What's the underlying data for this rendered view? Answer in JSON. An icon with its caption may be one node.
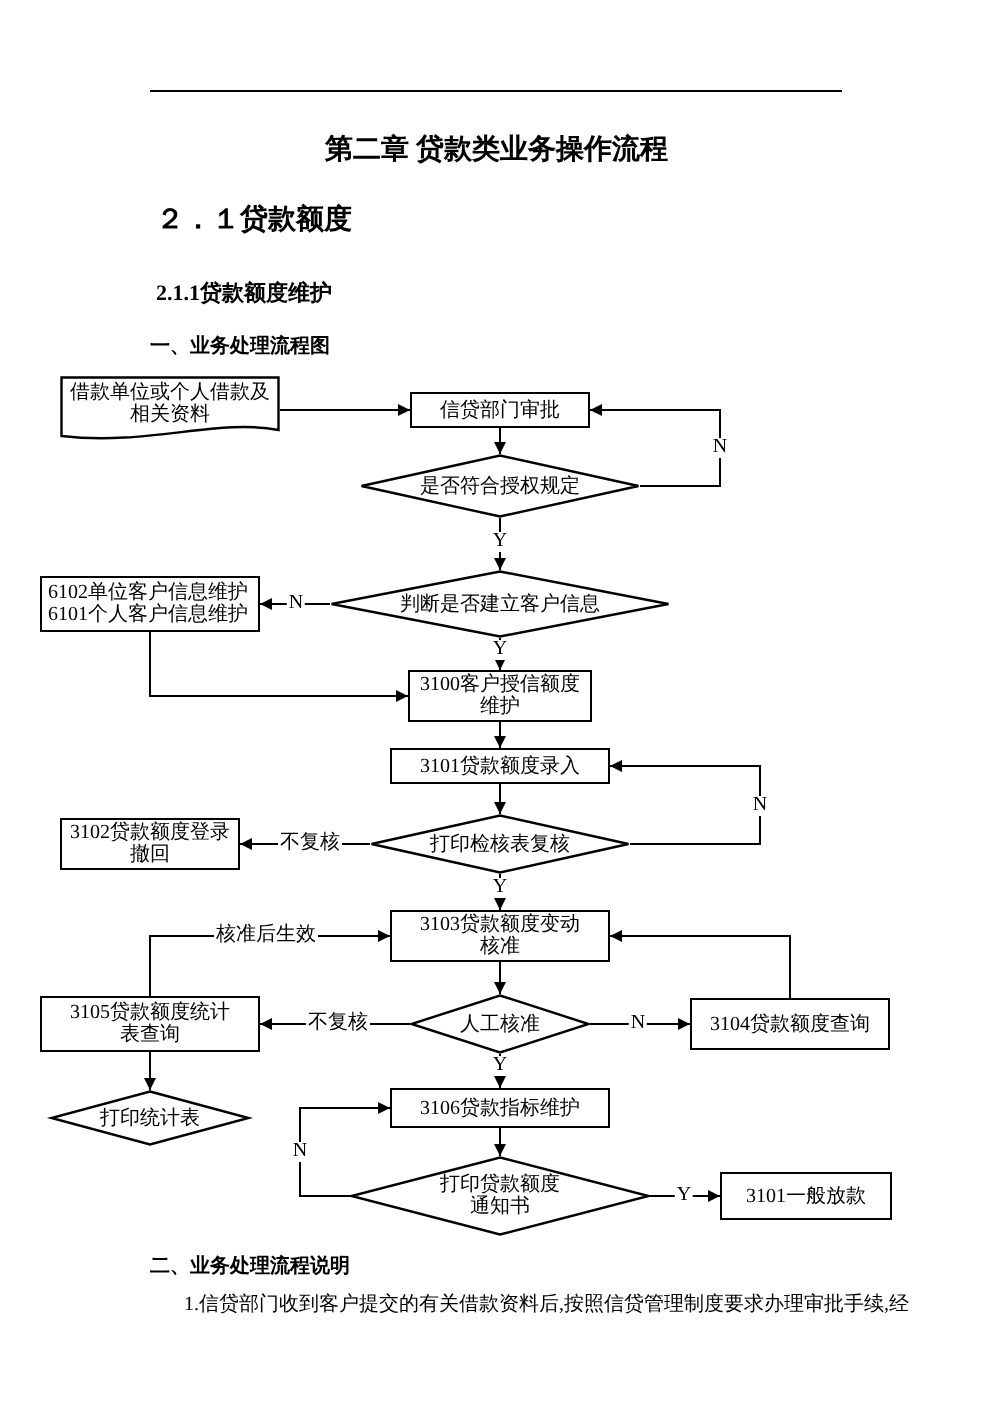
{
  "diagram": {
    "title": "第二章 贷款类业务操作流程",
    "nodes": [
      {
        "text": [
          "借款单位或个人借款及相关资料"
        ]
      },
      {
        "text": [
          "信贷部门审批"
        ]
      },
      {
        "text": [
          "是否符合授权规定"
        ]
      },
      {
        "text": [
          "6102单位客户信息维护",
          "6101个人客户信息维护"
        ]
      },
      {
        "text": [
          "判断是否建立客户信息"
        ]
      },
      {
        "text": [
          "3100客户授信额度维护"
        ]
      },
      {
        "text": [
          "3101贷款额度录入"
        ]
      },
      {
        "text": [
          "打印检核表复核"
        ]
      },
      {
        "text": [
          "3102贷款额度登录撤回"
        ]
      },
      {
        "text": [
          "3103贷款额度变动核准"
        ]
      },
      {
        "text": [
          "3105贷款额度统计表查询"
        ]
      },
      {
        "text": [
          "人工核准"
        ]
      },
      {
        "text": [
          "3104贷款额度查询"
        ]
      },
      {
        "text": [
          "打印统计表"
        ]
      },
      {
        "text": [
          "3106贷款指标维护"
        ]
      },
      {
        "text": [
          "打印贷款额度通知书"
        ]
      },
      {
        "text": [
          "3101一般放款"
        ]
      }
    ],
    "edges": [
      {
        "from": 0,
        "to": 1,
        "arrow": "to"
      },
      {
        "from": 1,
        "to": 2,
        "arrow": "to"
      },
      {
        "from": 2,
        "to": 1,
        "arrow": "to",
        "label": "N"
      },
      {
        "from": 2,
        "to": 4,
        "arrow": "to",
        "label": "Y"
      },
      {
        "from": 4,
        "to": 3,
        "arrow": "to",
        "label": "N"
      },
      {
        "from": 4,
        "to": 5,
        "arrow": "to",
        "label": "Y"
      },
      {
        "from": 3,
        "to": 5,
        "arrow": "to"
      },
      {
        "from": 5,
        "to": 6,
        "arrow": "to"
      },
      {
        "from": 6,
        "to": 7,
        "arrow": "to"
      },
      {
        "from": 7,
        "to": 6,
        "arrow": "to",
        "label": "N"
      },
      {
        "from": 7,
        "to": 8,
        "arrow": "to",
        "label": "不复核"
      },
      {
        "from": 7,
        "to": 9,
        "arrow": "to",
        "label": "Y"
      },
      {
        "from": 9,
        "to": 11,
        "arrow": "to"
      },
      {
        "from": 11,
        "to": 12,
        "arrow": "to",
        "label": "N"
      },
      {
        "from": 12,
        "to": 9,
        "arrow": "to"
      },
      {
        "from": 11,
        "to": 10,
        "arrow": "to",
        "label": "不复核"
      },
      {
        "from": 10,
        "to": 9,
        "arrow": "to",
        "label": "核准后生效"
      },
      {
        "from": 10,
        "to": 13,
        "arrow": "to"
      },
      {
        "from": 11,
        "to": 14,
        "arrow": "to",
        "label": "Y"
      },
      {
        "from": 14,
        "to": 15,
        "arrow": "to"
      },
      {
        "from": 15,
        "to": 14,
        "arrow": "to",
        "label": "N"
      },
      {
        "from": 15,
        "to": 16,
        "arrow": "to",
        "label": "Y"
      }
    ],
    "labels": [
      "２．１贷款额度",
      "2.1.1贷款额度维护",
      "一、业务处理流程图",
      "二、业务处理流程说明",
      "1.信贷部门收到客户提交的有关借款资料后,按照信贷管理制度要求办理审批手续,经"
    ]
  }
}
